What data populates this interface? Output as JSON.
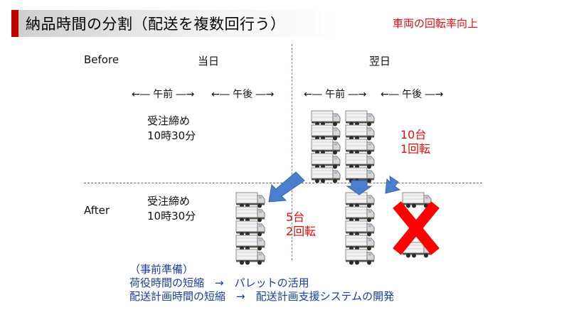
{
  "title": "納品時間の分割（配送を複数回行う）",
  "subtitle": "車両の回転率向上",
  "row_before": "Before",
  "row_after": "After",
  "col_today": "当日",
  "col_nextday": "翌日",
  "timeline": {
    "am1": "←― 午前 ―→",
    "pm1": "←― 午後 ―→",
    "am2": "←― 午前 ―→",
    "pm2": "←― 午後 ―→"
  },
  "order_before": {
    "line1": "受注締め",
    "line2": "10時30分"
  },
  "order_after": {
    "line1": "受注締め",
    "line2": "10時30分"
  },
  "before_result": {
    "line1": "10台",
    "line2": "1回転"
  },
  "after_result": {
    "line1": "5台",
    "line2": "2回転"
  },
  "prep": {
    "heading": "（事前準備）",
    "line1": "荷役時間の短縮　→　パレットの活用",
    "line2": "配送計画時間の短縮　→　配送計画支援システムの開発"
  },
  "colors": {
    "accent_red": "#e01010",
    "title_bar_red": "#c00000",
    "arrow_blue": "#4a7fd0",
    "prep_blue": "#1a3e9e",
    "cross_red": "#ff0000"
  },
  "icons": [
    "truck-icon",
    "arrow-icon",
    "cross-icon"
  ]
}
